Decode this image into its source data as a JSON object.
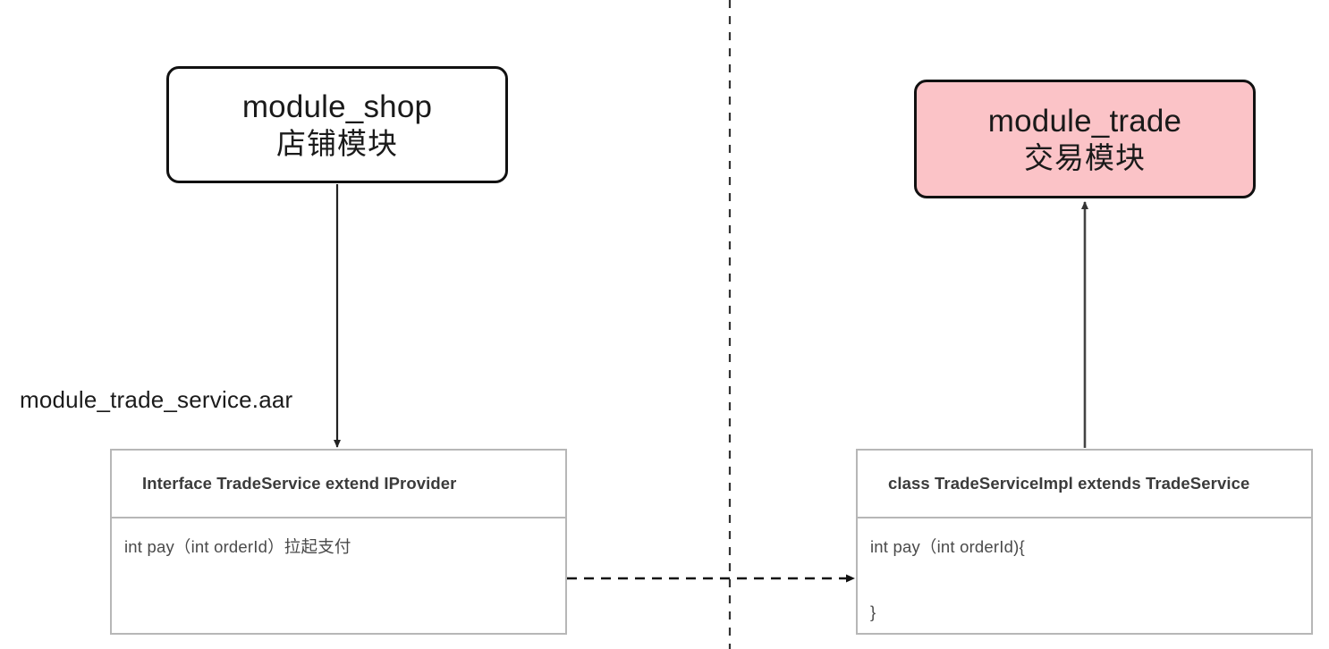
{
  "diagram": {
    "title": "module_shop / module_trade service routing diagram",
    "background_color": "#ffffff",
    "accent_pink": "#FBC3C7",
    "line_color": "#222222",
    "class_border_color": "#b7b7b7"
  },
  "modules": {
    "shop": {
      "name": "module_shop",
      "subtitle": "店铺模块",
      "fill": "#ffffff"
    },
    "trade": {
      "name": "module_trade",
      "subtitle": "交易模块",
      "fill": "#FBC3C7"
    }
  },
  "labels": {
    "aar": "module_trade_service.aar"
  },
  "classes": {
    "interface": {
      "header": "Interface TradeService extend IProvider",
      "members": [
        "int pay（int orderId）拉起支付"
      ]
    },
    "impl": {
      "header": "class TradeServiceImpl extends TradeService",
      "members": [
        "int pay（int orderId){",
        "}"
      ]
    }
  },
  "connectors": [
    {
      "name": "shop-to-interface",
      "style": "solid",
      "direction": "down",
      "from": "module_shop",
      "to": "Interface TradeService extend IProvider"
    },
    {
      "name": "impl-to-trade",
      "style": "solid",
      "direction": "up",
      "from": "class TradeServiceImpl extends TradeService",
      "to": "module_trade"
    },
    {
      "name": "interface-to-impl",
      "style": "dashed",
      "direction": "right",
      "from": "Interface TradeService extend IProvider",
      "to": "class TradeServiceImpl extends TradeService"
    },
    {
      "name": "module-boundary-divider",
      "style": "dashed",
      "direction": "vertical",
      "from": "",
      "to": ""
    }
  ]
}
